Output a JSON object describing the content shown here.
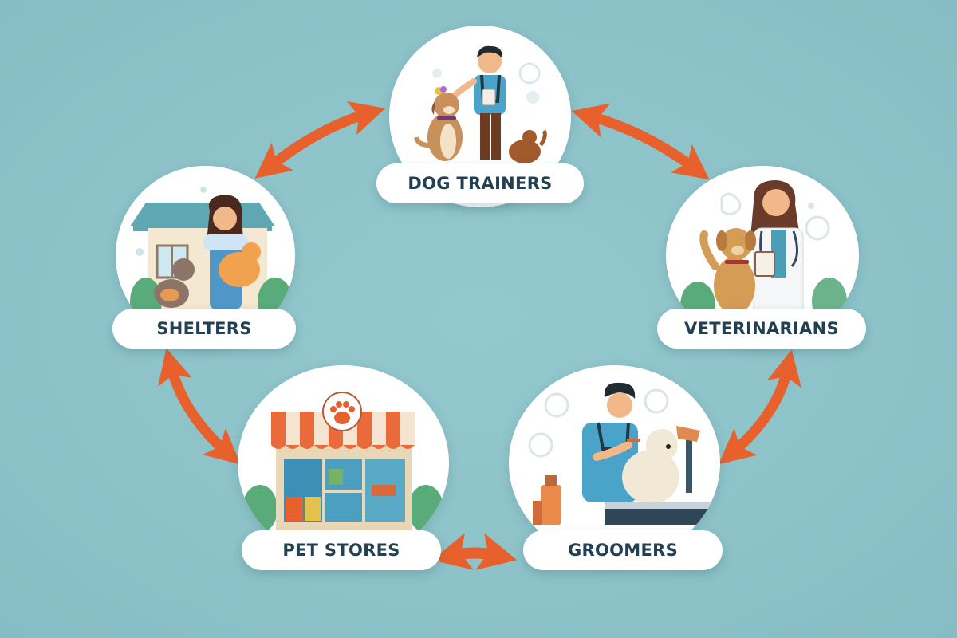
{
  "diagram": {
    "type": "cycle",
    "background_color": "#8ec4ca",
    "arrow_color": "#e8612d",
    "label_color": "#233f52",
    "nodes": [
      {
        "id": "dog-trainers",
        "label": "DOG TRAINERS",
        "illustration": "trainer-with-dogs"
      },
      {
        "id": "veterinarians",
        "label": "VETERINARIANS",
        "illustration": "vet-with-dog"
      },
      {
        "id": "groomers",
        "label": "GROOMERS",
        "illustration": "groomer-with-dog"
      },
      {
        "id": "pet-stores",
        "label": "PET STORES",
        "illustration": "storefront-with-paw"
      },
      {
        "id": "shelters",
        "label": "SHELTERS",
        "illustration": "shelter-worker-with-pets"
      }
    ],
    "edges": [
      {
        "from": "dog-trainers",
        "to": "veterinarians",
        "direction": "bidirectional"
      },
      {
        "from": "veterinarians",
        "to": "groomers",
        "direction": "bidirectional"
      },
      {
        "from": "groomers",
        "to": "pet-stores",
        "direction": "bidirectional"
      },
      {
        "from": "pet-stores",
        "to": "shelters",
        "direction": "bidirectional"
      },
      {
        "from": "shelters",
        "to": "dog-trainers",
        "direction": "bidirectional"
      }
    ]
  }
}
